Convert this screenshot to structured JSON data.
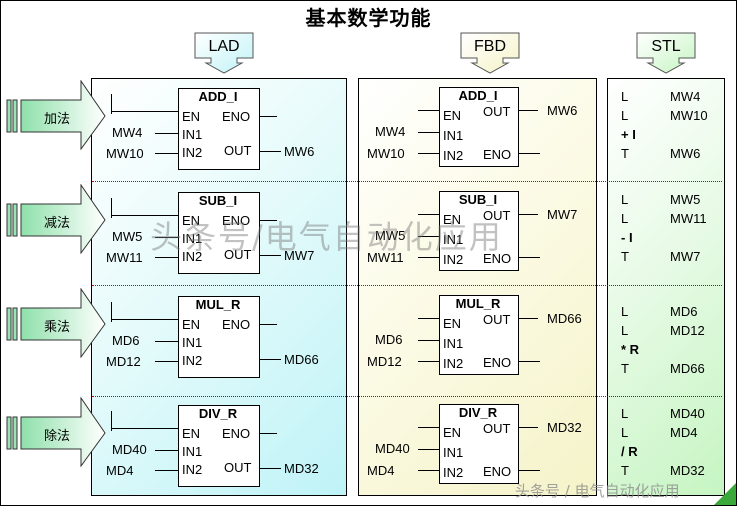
{
  "title": "基本数学功能",
  "headers": {
    "lad": "LAD",
    "fbd": "FBD",
    "stl": "STL"
  },
  "colors": {
    "lad_panel": "#bff3f7",
    "fbd_panel": "#f5f3c8",
    "stl_panel": "#c6f5c2",
    "separator": "#c00000",
    "arrow_fill": "#9be3b4"
  },
  "operations": [
    {
      "label": "加法",
      "lad": {
        "name": "ADD_I",
        "en": "EN",
        "eno": "ENO",
        "in1": "IN1",
        "in2": "IN2",
        "out": "OUT",
        "in1_val": "MW4",
        "in2_val": "MW10",
        "out_val": "MW6"
      },
      "fbd": {
        "name": "ADD_I",
        "en": "EN",
        "eno": "ENO",
        "in1": "IN1",
        "in2": "IN2",
        "out": "OUT",
        "in1_val": "MW4",
        "in2_val": "MW10",
        "out_val": "MW6"
      },
      "stl": [
        {
          "op": "L",
          "arg": "MW4"
        },
        {
          "op": "L",
          "arg": "MW10"
        },
        {
          "op": "+ I",
          "arg": ""
        },
        {
          "op": "T",
          "arg": "MW6"
        }
      ]
    },
    {
      "label": "减法",
      "lad": {
        "name": "SUB_I",
        "en": "EN",
        "eno": "ENO",
        "in1": "IN1",
        "in2": "IN2",
        "out": "OUT",
        "in1_val": "MW5",
        "in2_val": "MW11",
        "out_val": "MW7"
      },
      "fbd": {
        "name": "SUB_I",
        "en": "EN",
        "eno": "ENO",
        "in1": "IN1",
        "in2": "IN2",
        "out": "OUT",
        "in1_val": "MW5",
        "in2_val": "MW11",
        "out_val": "MW7"
      },
      "stl": [
        {
          "op": "L",
          "arg": "MW5"
        },
        {
          "op": "L",
          "arg": "MW11"
        },
        {
          "op": "- I",
          "arg": ""
        },
        {
          "op": "T",
          "arg": "MW7"
        }
      ]
    },
    {
      "label": "乘法",
      "lad": {
        "name": "MUL_R",
        "en": "EN",
        "eno": "ENO",
        "in1": "IN1",
        "in2": "IN2",
        "out": "",
        "in1_val": "MD6",
        "in2_val": "MD12",
        "out_val": "MD66"
      },
      "fbd": {
        "name": "MUL_R",
        "en": "EN",
        "eno": "ENO",
        "in1": "IN1",
        "in2": "IN2",
        "out": "OUT",
        "in1_val": "MD6",
        "in2_val": "MD12",
        "out_val": "MD66"
      },
      "stl": [
        {
          "op": "L",
          "arg": "MD6"
        },
        {
          "op": "L",
          "arg": "MD12"
        },
        {
          "op": "* R",
          "arg": ""
        },
        {
          "op": "T",
          "arg": "MD66"
        }
      ]
    },
    {
      "label": "除法",
      "lad": {
        "name": "DIV_R",
        "en": "EN",
        "eno": "ENO",
        "in1": "IN1",
        "in2": "IN2",
        "out": "OUT",
        "in1_val": "MD40",
        "in2_val": "MD4",
        "out_val": "MD32"
      },
      "fbd": {
        "name": "DIV_R",
        "en": "EN",
        "eno": "ENO",
        "in1": "IN1",
        "in2": "IN2",
        "out": "OUT",
        "in1_val": "MD40",
        "in2_val": "MD4",
        "out_val": "MD32"
      },
      "stl": [
        {
          "op": "L",
          "arg": "MD40"
        },
        {
          "op": "L",
          "arg": "MD4"
        },
        {
          "op": "/ R",
          "arg": ""
        },
        {
          "op": "T",
          "arg": "MD32"
        }
      ]
    }
  ],
  "watermarks": {
    "center": "头条号/电气自动化应用",
    "corner": "头条号 / 电气自动化应用"
  }
}
